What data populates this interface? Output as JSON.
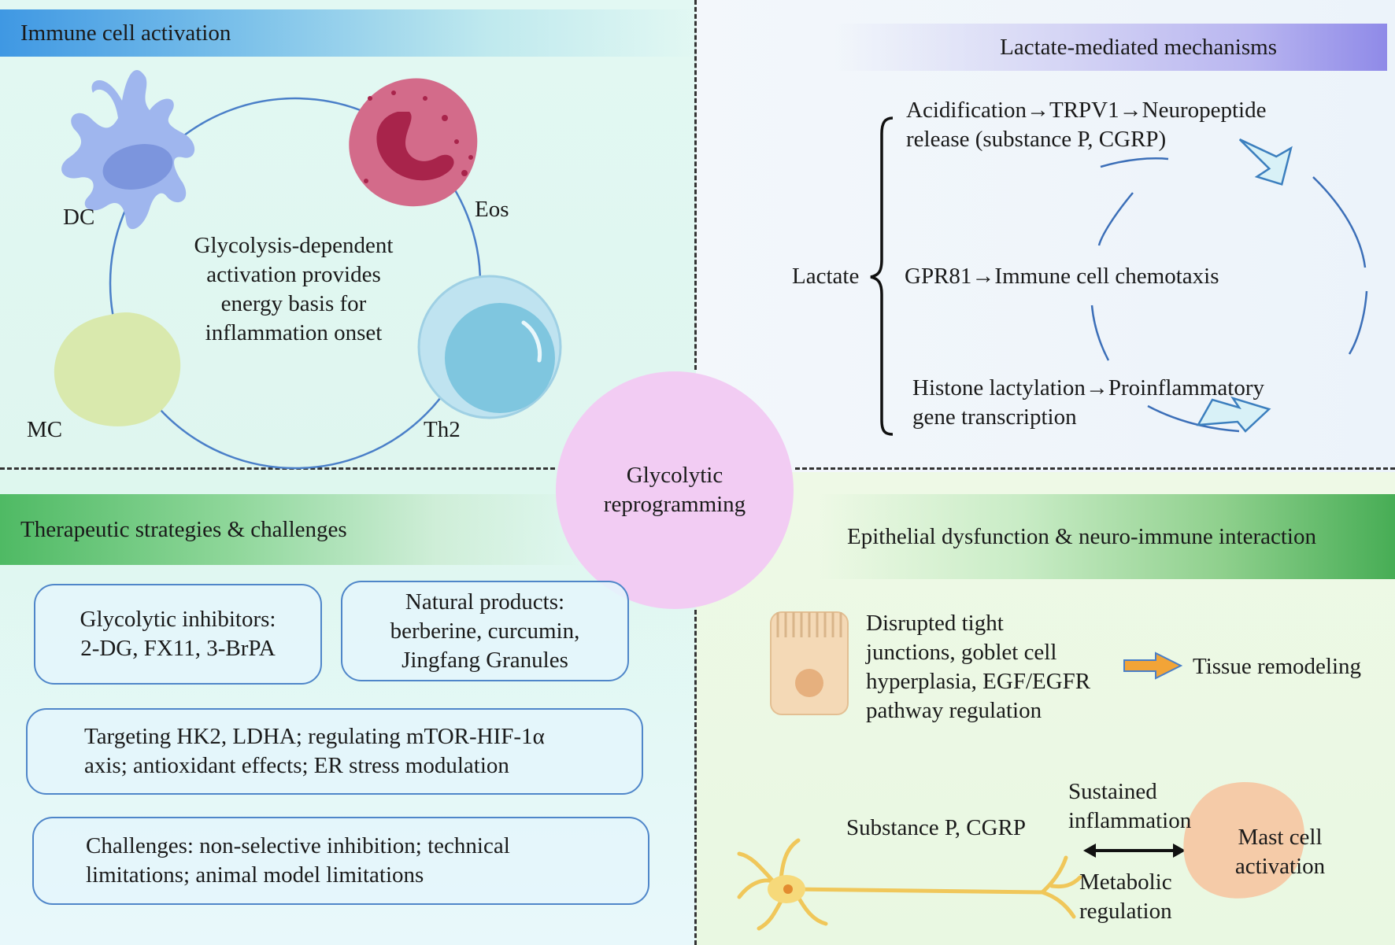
{
  "center": {
    "line1": "Glycolytic",
    "line2": "reprogramming",
    "color": "#f2ccf3"
  },
  "immune": {
    "title": "Immune cell activation",
    "description": [
      "Glycolysis-dependent",
      "activation provides",
      "energy basis for",
      "inflammation onset"
    ],
    "cells": {
      "dc": "DC",
      "eos": "Eos",
      "mc": "MC",
      "th2": "Th2"
    }
  },
  "lactate": {
    "title": "Lactate-mediated mechanisms",
    "source": "Lactate",
    "items": [
      [
        "Acidification→TRPV1→Neuropeptide",
        "release (substance   P, CGRP)"
      ],
      [
        "GPR81→Immune  cell  chemotaxis"
      ],
      [
        "Histone   lactylation→Proinflammatory",
        "gene transcription"
      ]
    ]
  },
  "therapy": {
    "title": "Therapeutic strategies & challenges",
    "boxes": [
      [
        "Glycolytic inhibitors:",
        "2-DG, FX11, 3-BrPA"
      ],
      [
        "Natural products:",
        "berberine, curcumin,",
        "Jingfang Granules"
      ],
      [
        "Targeting HK2, LDHA; regulating mTOR-HIF-1α",
        "axis; antioxidant effects; ER stress modulation"
      ],
      [
        "Challenges: non-selective  inhibition; technical",
        "limitations; animal model limitations"
      ]
    ]
  },
  "epithelial": {
    "title": "Epithelial dysfunction & neuro-immune interaction",
    "dysfunction": [
      "Disrupted tight",
      "junctions, goblet  cell",
      "hyperplasia, EGF/EGFR",
      "pathway regulation"
    ],
    "remodeling": "Tissue remodeling",
    "neuropeptides": "Substance P, CGRP",
    "sustained": [
      "Sustained",
      "inflammation"
    ],
    "metabolic": [
      "Metabolic",
      "regulation"
    ],
    "mast": [
      "Mast cell",
      "activation"
    ]
  },
  "colors": {
    "immune_bar": "#3f98e3",
    "lactate_bar": "#8f8ae8",
    "therapy_bar": "#4fba64",
    "epithelial_bar": "#47ad55",
    "box_border": "#4f86c9"
  }
}
